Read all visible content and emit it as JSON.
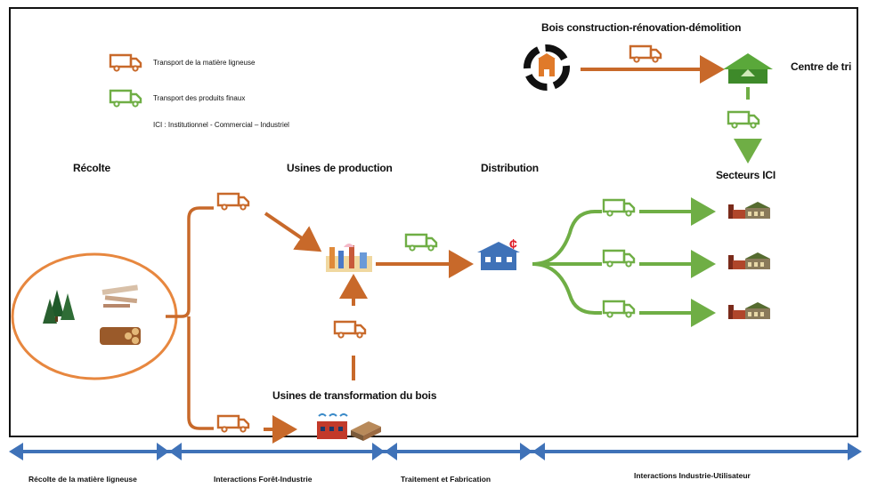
{
  "legend": {
    "raw_transport": "Transport de la matière ligneuse",
    "final_transport": "Transport des produits finaux",
    "ici_definition": "ICI : Institutionnel - Commercial – Industriel"
  },
  "stages": {
    "harvest": "Récolte",
    "production_plants": "Usines de production",
    "distribution": "Distribution",
    "wood_crd": "Bois construction-rénovation-démolition",
    "sorting_center": "Centre de tri",
    "ici_sectors": "Secteurs ICI",
    "transformation_plants": "Usines de transformation du bois"
  },
  "phases": [
    "Récolte de la matière ligneuse",
    "Interactions Forêt-Industrie",
    "Traitement et Fabrication",
    "Interactions Industrie-Utilisateur"
  ],
  "colors": {
    "raw": "#c8692a",
    "final": "#6fae45",
    "timeline": "#3f72b8",
    "frame": "#111111"
  },
  "icons": {
    "harvest_trees": "pine-trees-icon",
    "harvest_logs": "log-pile-icon",
    "production": "factory-icon",
    "distribution": "store-icon",
    "crd": "recycle-building-icon",
    "sorting": "sorting-center-icon",
    "ici": "industrial-buildings-icon"
  }
}
